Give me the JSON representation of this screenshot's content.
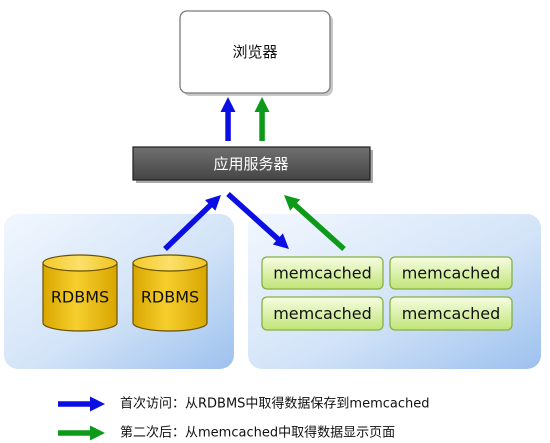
{
  "browser": {
    "label": "浏览器"
  },
  "app_server": {
    "label": "应用服务器"
  },
  "databases": [
    {
      "label": "RDBMS"
    },
    {
      "label": "RDBMS"
    }
  ],
  "caches": [
    {
      "label": "memcached"
    },
    {
      "label": "memcached"
    },
    {
      "label": "memcached"
    },
    {
      "label": "memcached"
    }
  ],
  "legend": [
    {
      "text": "首次访问：从RDBMS中取得数据保存到memcached",
      "color": "#0b0fe4"
    },
    {
      "text": "第二次后：从memcached中取得数据显示页面",
      "color": "#0c9a18"
    }
  ]
}
